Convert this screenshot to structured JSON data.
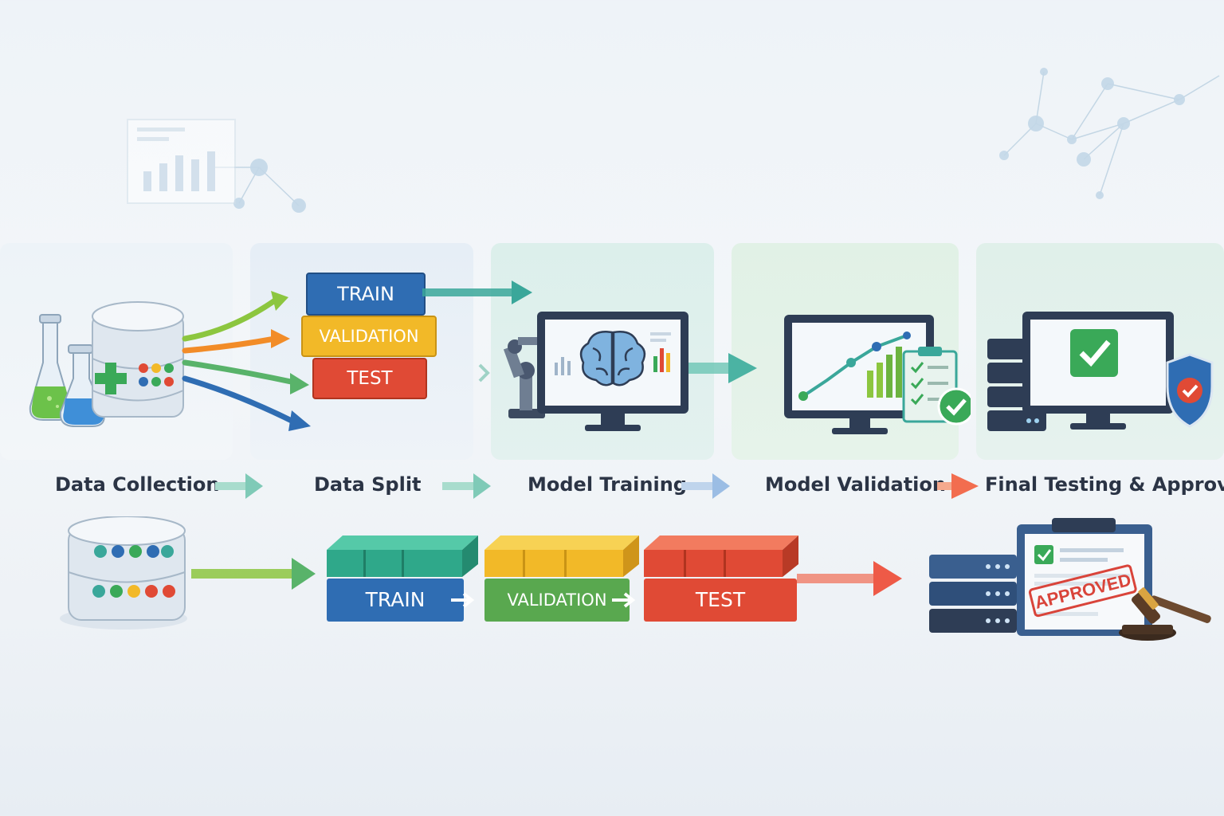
{
  "stages": {
    "data_collection": "Data Collection",
    "data_split": "Data Split",
    "model_training": "Model Training",
    "model_validation": "Model Validation",
    "final_testing": "Final Testing & Approval"
  },
  "split_blocks": {
    "train": "TRAIN",
    "validation": "VALIDATION",
    "test": "TEST"
  },
  "bottom_blocks": {
    "train": "TRAIN",
    "validation": "VALIDATION",
    "test": "TEST"
  },
  "stamp": "APPROVED",
  "colors": {
    "train": "#2f6db3",
    "validation": "#f2b928",
    "validation_bottom": "#59a84f",
    "test": "#e04a35",
    "teal": "#3aa79a",
    "navy": "#2e3d55",
    "check_green": "#3aa958"
  }
}
